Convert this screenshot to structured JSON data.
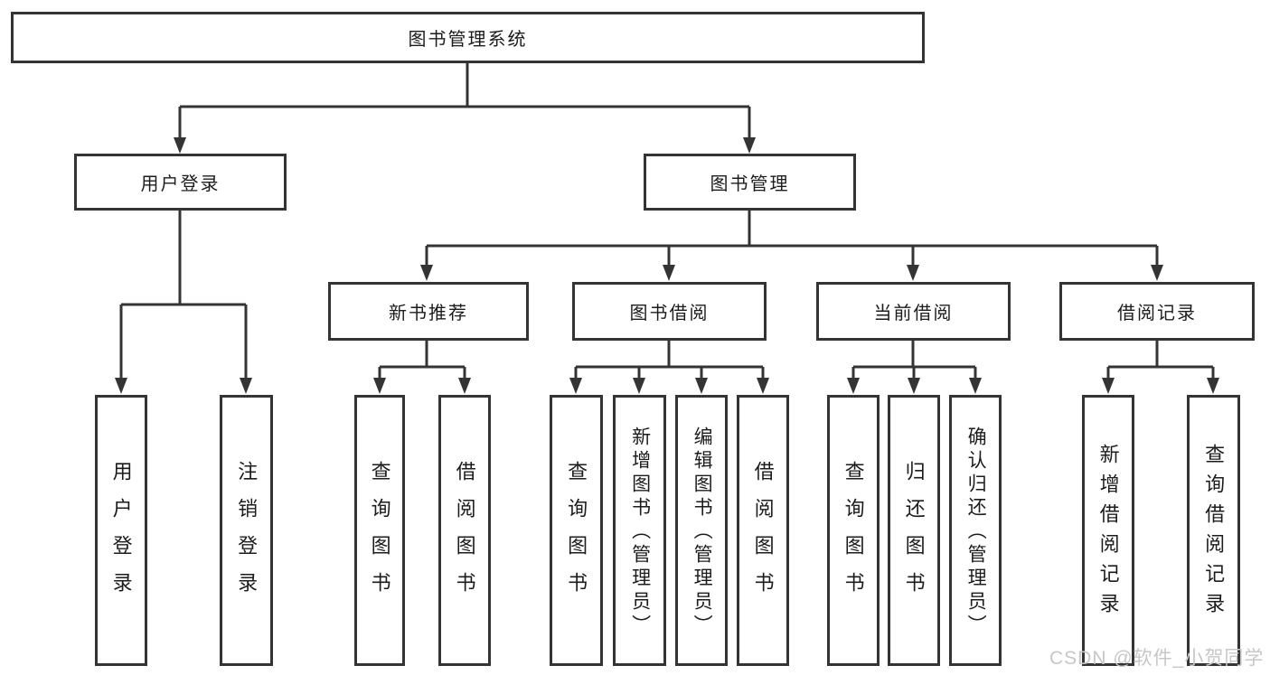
{
  "colors": {
    "line": "#343434",
    "text": "#1c1c1c",
    "watermark": "#c8c6c6"
  },
  "watermark": {
    "text": "CSDN @软件_小贺同学"
  },
  "tree": {
    "label": "图书管理系统",
    "children": [
      {
        "label": "用户登录",
        "children": [
          {
            "label": "用户登录"
          },
          {
            "label": "注销登录"
          }
        ]
      },
      {
        "label": "图书管理",
        "children": [
          {
            "label": "新书推荐",
            "children": [
              {
                "label": "查询图书"
              },
              {
                "label": "借阅图书"
              }
            ]
          },
          {
            "label": "图书借阅",
            "children": [
              {
                "label": "查询图书"
              },
              {
                "label": "新增图书（管理员）"
              },
              {
                "label": "编辑图书（管理员）"
              },
              {
                "label": "借阅图书"
              }
            ]
          },
          {
            "label": "当前借阅",
            "children": [
              {
                "label": "查询图书"
              },
              {
                "label": "归还图书"
              },
              {
                "label": "确认归还（管理员）"
              }
            ]
          },
          {
            "label": "借阅记录",
            "children": [
              {
                "label": "新增借阅记录"
              },
              {
                "label": "查询借阅记录"
              }
            ]
          }
        ]
      }
    ]
  }
}
